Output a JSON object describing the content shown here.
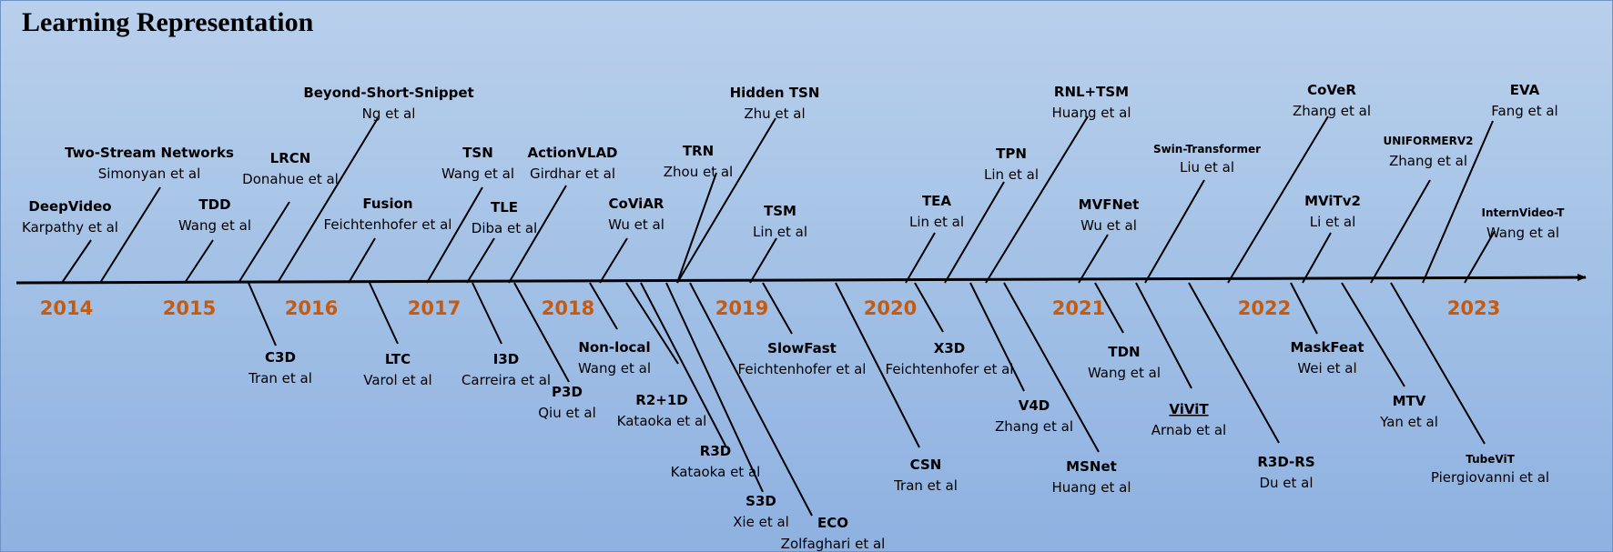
{
  "title": "Learning Representation",
  "colors": {
    "year": "#c55a11",
    "axis": "#000000",
    "background": "#a3c1e6"
  },
  "timeline": {
    "years": [
      "2014",
      "2015",
      "2016",
      "2017",
      "2018",
      "2019",
      "2020",
      "2021",
      "2022",
      "2023"
    ],
    "models": [
      {
        "name": "DeepVideo",
        "author": "Karpathy et al",
        "side": "above"
      },
      {
        "name": "Two-Stream Networks",
        "author": "Simonyan et al",
        "side": "above"
      },
      {
        "name": "TDD",
        "author": "Wang et al",
        "side": "above"
      },
      {
        "name": "LRCN",
        "author": "Donahue et al",
        "side": "above"
      },
      {
        "name": "Beyond-Short-Snippet",
        "author": "Ng et al",
        "side": "above"
      },
      {
        "name": "Fusion",
        "author": "Feichtenhofer et al",
        "side": "above"
      },
      {
        "name": "TSN",
        "author": "Wang et al",
        "side": "above"
      },
      {
        "name": "TLE",
        "author": "Diba et al",
        "side": "above"
      },
      {
        "name": "ActionVLAD",
        "author": "Girdhar et al",
        "side": "above"
      },
      {
        "name": "CoViAR",
        "author": "Wu et al",
        "side": "above"
      },
      {
        "name": "TRN",
        "author": "Zhou et al",
        "side": "above"
      },
      {
        "name": "Hidden TSN",
        "author": "Zhu et al",
        "side": "above"
      },
      {
        "name": "TSM",
        "author": "Lin et al",
        "side": "above"
      },
      {
        "name": "TEA",
        "author": "Lin et al",
        "side": "above"
      },
      {
        "name": "TPN",
        "author": "Lin et al",
        "side": "above"
      },
      {
        "name": "RNL+TSM",
        "author": "Huang et al",
        "side": "above"
      },
      {
        "name": "MVFNet",
        "author": "Wu et al",
        "side": "above"
      },
      {
        "name": "Swin-Transformer",
        "author": "Liu et al",
        "side": "above"
      },
      {
        "name": "CoVeR",
        "author": "Zhang et al",
        "side": "above"
      },
      {
        "name": "MViTv2",
        "author": "Li et al",
        "side": "above"
      },
      {
        "name": "UNIFORMERV2",
        "author": "Zhang et al",
        "side": "above"
      },
      {
        "name": "EVA",
        "author": "Fang et al",
        "side": "above"
      },
      {
        "name": "InternVideo-T",
        "author": "Wang et al",
        "side": "above"
      },
      {
        "name": "C3D",
        "author": "Tran et al",
        "side": "below"
      },
      {
        "name": "LTC",
        "author": "Varol et al",
        "side": "below"
      },
      {
        "name": "I3D",
        "author": "Carreira et al",
        "side": "below"
      },
      {
        "name": "P3D",
        "author": "Qiu et al",
        "side": "below"
      },
      {
        "name": "Non-local",
        "author": "Wang et al",
        "side": "below"
      },
      {
        "name": "R2+1D",
        "author": "Kataoka et al",
        "side": "below"
      },
      {
        "name": "R3D",
        "author": "Kataoka et al",
        "side": "below"
      },
      {
        "name": "S3D",
        "author": "Xie et al",
        "side": "below"
      },
      {
        "name": "ECO",
        "author": "Zolfaghari et al",
        "side": "below"
      },
      {
        "name": "SlowFast",
        "author": "Feichtenhofer et al",
        "side": "below"
      },
      {
        "name": "CSN",
        "author": "Tran et al",
        "side": "below"
      },
      {
        "name": "X3D",
        "author": "Feichtenhofer et al",
        "side": "below"
      },
      {
        "name": "V4D",
        "author": "Zhang et al",
        "side": "below"
      },
      {
        "name": "MSNet",
        "author": "Huang et al",
        "side": "below"
      },
      {
        "name": "TDN",
        "author": "Wang et al",
        "side": "below"
      },
      {
        "name": "ViViT",
        "author": "Arnab et al",
        "side": "below"
      },
      {
        "name": "R3D-RS",
        "author": "Du et al",
        "side": "below"
      },
      {
        "name": "MaskFeat",
        "author": "Wei et al",
        "side": "below"
      },
      {
        "name": "MTV",
        "author": "Yan et al",
        "side": "below"
      },
      {
        "name": "TubeViT",
        "author": "Piergiovanni et al",
        "side": "below"
      }
    ]
  }
}
